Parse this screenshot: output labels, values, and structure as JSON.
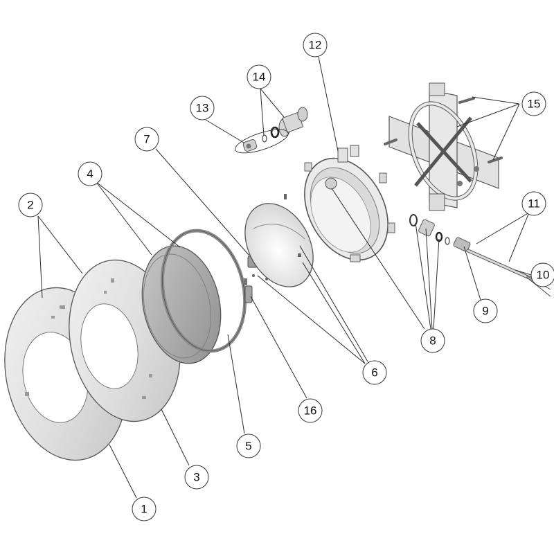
{
  "callouts": [
    {
      "id": "c1",
      "label": "1"
    },
    {
      "id": "c2",
      "label": "2"
    },
    {
      "id": "c3",
      "label": "3"
    },
    {
      "id": "c4",
      "label": "4"
    },
    {
      "id": "c5",
      "label": "5"
    },
    {
      "id": "c6",
      "label": "6"
    },
    {
      "id": "c7",
      "label": "7"
    },
    {
      "id": "c8",
      "label": "8"
    },
    {
      "id": "c9",
      "label": "9"
    },
    {
      "id": "c10",
      "label": "10"
    },
    {
      "id": "c11",
      "label": "11"
    },
    {
      "id": "c12",
      "label": "12"
    },
    {
      "id": "c13",
      "label": "13"
    },
    {
      "id": "c14",
      "label": "14"
    },
    {
      "id": "c15",
      "label": "15"
    },
    {
      "id": "c16",
      "label": "16"
    }
  ],
  "colors": {
    "part_fill": "#e9e9e9",
    "part_shade": "#bdbdbd",
    "lens_fill": "#a9a9a9",
    "outline": "#555555"
  }
}
